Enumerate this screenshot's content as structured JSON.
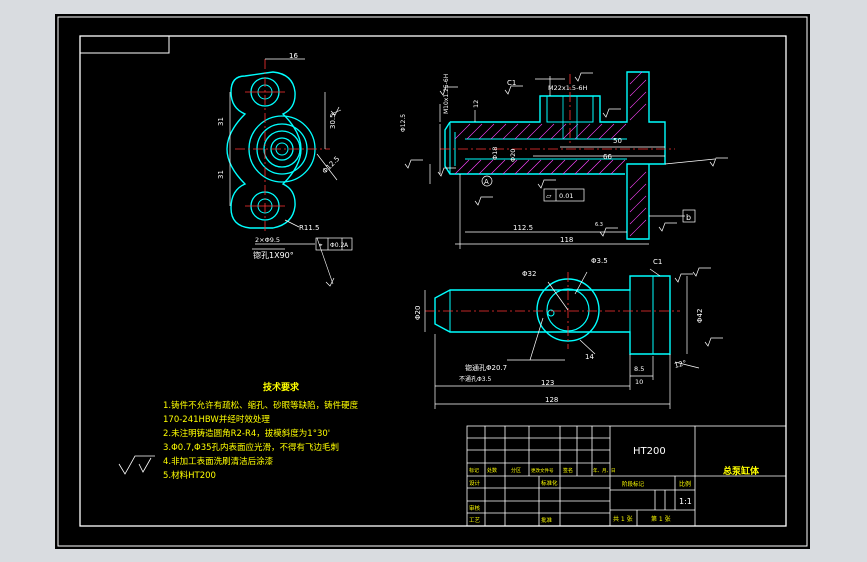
{
  "drawing": {
    "title_block": {
      "material": "HT200",
      "part_name": "总泵缸体",
      "scale_label": "比例",
      "scale": "1:1",
      "row_headers": [
        "标记",
        "处数",
        "分区",
        "更改文件号",
        "签名",
        "年、月、日"
      ],
      "labels": {
        "design": "设计",
        "standardize": "标准化",
        "stage_mark": "阶段标记",
        "review": "审核",
        "process": "工艺",
        "approve": "批准",
        "sheets_total": "共 1 张",
        "sheet_no": "第 1 张"
      }
    },
    "technical_requirements": {
      "heading": "技术要求",
      "items": [
        "1.铸件不允许有疏松、缩孔、砂眼等缺陷，铸件硬度",
        "170-241HBW并经时效处理",
        "2.未注明铸造圆角R2-R4，拔模斜度为1°30'",
        "3.Φ0.7,Φ35孔内表面应光滑，不得有飞边毛刺",
        "4.非加工表面洗刷清洁后涂漆",
        "5.材料HT200"
      ]
    },
    "dimensions": {
      "top_width": "16",
      "left_upper": "31",
      "left_lower": "31",
      "right_vert": "30.5",
      "radius_r": "R11.5",
      "hole_note": "2×Φ9.5",
      "counterbore": "锪孔1X90°",
      "pos_tol": "Φ0.2",
      "datum_a": "A",
      "datum_b": "b",
      "flatness": "0.01",
      "thread": "M22x1.5-6H",
      "chamfer_c1": "C1",
      "chamfer_c1b": "C1",
      "len_50": "50",
      "len_66": "66",
      "len_1125": "112.5",
      "len_118": "118",
      "len_128": "128",
      "len_123": "123",
      "len_12": "12",
      "len_10": "10",
      "len_85": "8.5",
      "dia_32": "Φ32",
      "dia_35": "Φ3.5",
      "dia_20": "Φ20",
      "dia_42": "Φ42",
      "dia_18": "Φ18",
      "dia_125": "Φ12.5",
      "side_14": "14",
      "side_12": "12",
      "bore_note": "Φ20.7",
      "bore_note2": "不通孔Φ3.5",
      "vert_thread": "M10x1.25-6H",
      "small_phi": "Φ12.5",
      "ang_12": "12°",
      "surface": "6.3"
    }
  }
}
